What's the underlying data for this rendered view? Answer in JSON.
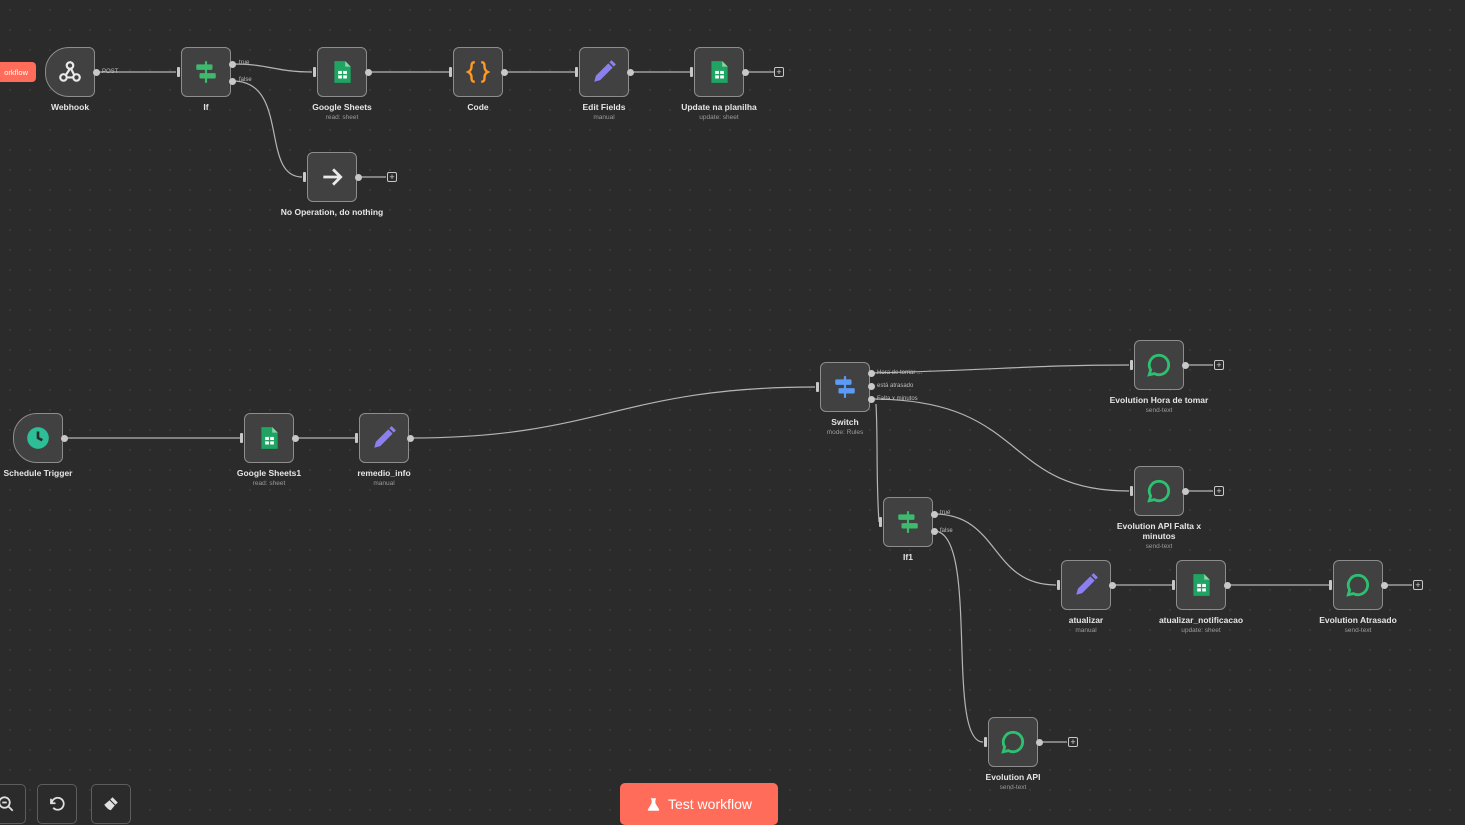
{
  "canvas": {
    "trigger_chip": "orkflow",
    "nodes": [
      {
        "id": "webhook",
        "label": "Webhook",
        "sub": "",
        "icon": "webhook-icon"
      },
      {
        "id": "if",
        "label": "If",
        "sub": "",
        "icon": "if-icon"
      },
      {
        "id": "sheets",
        "label": "Google Sheets",
        "sub": "read: sheet",
        "icon": "google-sheets-icon"
      },
      {
        "id": "code",
        "label": "Code",
        "sub": "",
        "icon": "code-icon"
      },
      {
        "id": "editfields",
        "label": "Edit Fields",
        "sub": "manual",
        "icon": "edit-icon"
      },
      {
        "id": "update",
        "label": "Update na planilha",
        "sub": "update: sheet",
        "icon": "google-sheets-icon"
      },
      {
        "id": "noop",
        "label": "No Operation, do nothing",
        "sub": "",
        "icon": "arrow-right-icon"
      },
      {
        "id": "schedule",
        "label": "Schedule Trigger",
        "sub": "",
        "icon": "clock-icon"
      },
      {
        "id": "sheets1",
        "label": "Google Sheets1",
        "sub": "read: sheet",
        "icon": "google-sheets-icon"
      },
      {
        "id": "remedio",
        "label": "remedio_info",
        "sub": "manual",
        "icon": "edit-icon"
      },
      {
        "id": "switch",
        "label": "Switch",
        "sub": "mode: Rules",
        "icon": "switch-icon"
      },
      {
        "id": "evohora",
        "label": "Evolution Hora de tomar",
        "sub": "send-text",
        "icon": "chat-icon"
      },
      {
        "id": "evofalta",
        "label": "Evolution API Falta x minutos",
        "sub": "send-text",
        "icon": "chat-icon"
      },
      {
        "id": "if1",
        "label": "If1",
        "sub": "",
        "icon": "if-icon"
      },
      {
        "id": "atualizar",
        "label": "atualizar",
        "sub": "manual",
        "icon": "edit-icon"
      },
      {
        "id": "atualnotif",
        "label": "atualizar_notificacao",
        "sub": "update: sheet",
        "icon": "google-sheets-icon"
      },
      {
        "id": "evoatrasado",
        "label": "Evolution Atrasado",
        "sub": "send-text",
        "icon": "chat-icon"
      },
      {
        "id": "evoapi",
        "label": "Evolution API",
        "sub": "send-text",
        "icon": "chat-icon"
      }
    ],
    "port_labels": {
      "webhook_method": "POST",
      "if_true": "true",
      "if_false": "false",
      "switch_out0": "Hora de tomar ...",
      "switch_out1": "está atrasado",
      "switch_out2": "Falta x minutos",
      "if1_true": "true",
      "if1_false": "false"
    }
  },
  "footer": {
    "test_button": "Test workflow",
    "controls": [
      "zoom-out-icon",
      "undo-icon",
      "clean-up-icon"
    ]
  },
  "colors": {
    "background": "#2b2b2b",
    "node_fill": "#414141",
    "node_border": "#8d8d8d",
    "accent": "#ff6d5a",
    "sheets_green": "#1fa463",
    "if_green": "#3dba6e",
    "code_orange": "#ff9922",
    "edit_purple": "#8c80f0",
    "switch_blue": "#5b9bf5",
    "evolution_green": "#2fbf71",
    "clock_teal": "#2dbd97"
  }
}
